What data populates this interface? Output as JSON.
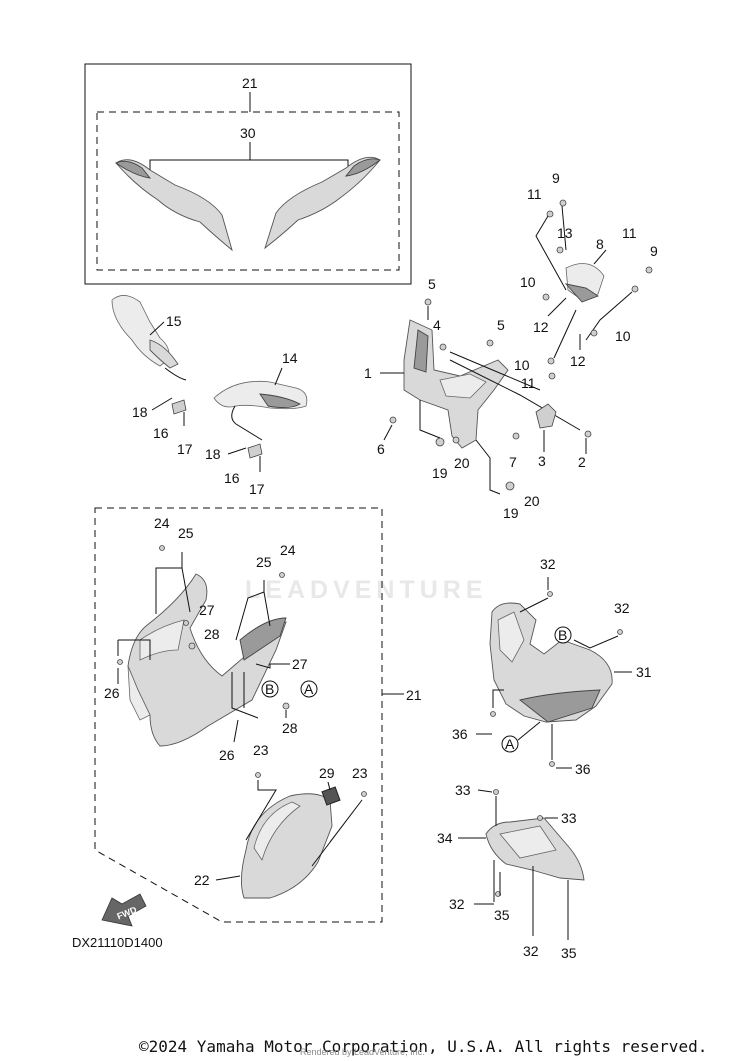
{
  "callouts": {
    "c1": "1",
    "c2": "2",
    "c3": "3",
    "c4": "4",
    "c5a": "5",
    "c5b": "5",
    "c6": "6",
    "c7": "7",
    "c8": "8",
    "c9a": "9",
    "c9b": "9",
    "c10a": "10",
    "c10b": "10",
    "c10c": "10",
    "c11a": "11",
    "c11b": "11",
    "c11c": "11",
    "c12a": "12",
    "c12b": "12",
    "c13": "13",
    "c14": "14",
    "c15": "15",
    "c16a": "16",
    "c16b": "16",
    "c17a": "17",
    "c17b": "17",
    "c18a": "18",
    "c18b": "18",
    "c19a": "19",
    "c19b": "19",
    "c20a": "20",
    "c20b": "20",
    "c21a": "21",
    "c21b": "21",
    "c22": "22",
    "c23a": "23",
    "c23b": "23",
    "c24a": "24",
    "c24b": "24",
    "c25a": "25",
    "c25b": "25",
    "c26a": "26",
    "c26b": "26",
    "c27a": "27",
    "c27b": "27",
    "c28a": "28",
    "c28b": "28",
    "c29": "29",
    "c30": "30",
    "c31": "31",
    "c32a": "32",
    "c32b": "32",
    "c32c": "32",
    "c32d": "32",
    "c33a": "33",
    "c33b": "33",
    "c34": "34",
    "c35a": "35",
    "c35b": "35",
    "c36a": "36",
    "c36b": "36"
  },
  "markers": {
    "a1": "A",
    "a2": "A",
    "b1": "B",
    "b2": "B"
  },
  "fwd_label": "FWD",
  "diagram_code": "DX21110D1400",
  "watermark": "LEADVENTURE",
  "copyright": "©2024 Yamaha Motor Corporation, U.S.A. All rights reserved.",
  "rendered_by": "Rendered by LeadVenture, Inc."
}
